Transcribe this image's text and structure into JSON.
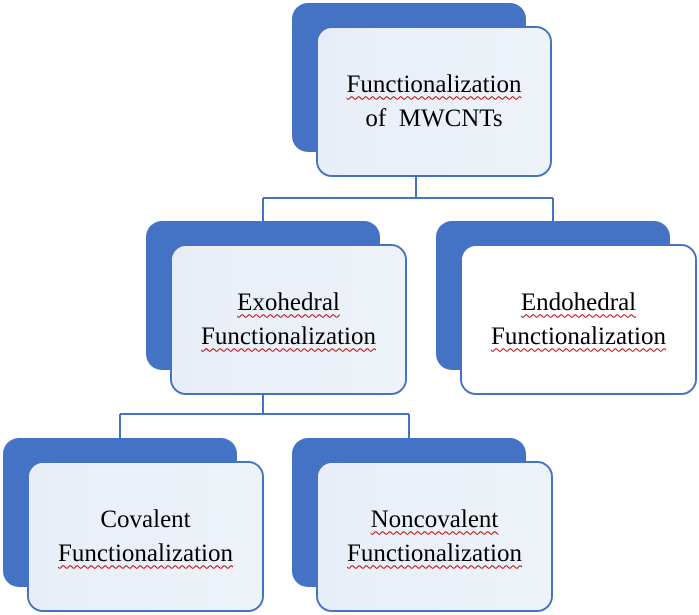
{
  "root": {
    "line1": "Functionalization",
    "line2": "of  MWCNTs"
  },
  "exohedral": {
    "line1": "Exohedral",
    "line2": "Functionalization"
  },
  "endohedral": {
    "line1": "Endohedral",
    "line2": "Functionalization"
  },
  "covalent": {
    "line1": "Covalent",
    "line2": "Functionalization"
  },
  "noncovalent": {
    "line1": "Noncovalent",
    "line2": "Functionalization"
  },
  "colors": {
    "accent": "#4472c4",
    "connector": "#4472c4",
    "box_fill": "#eef2f9"
  }
}
